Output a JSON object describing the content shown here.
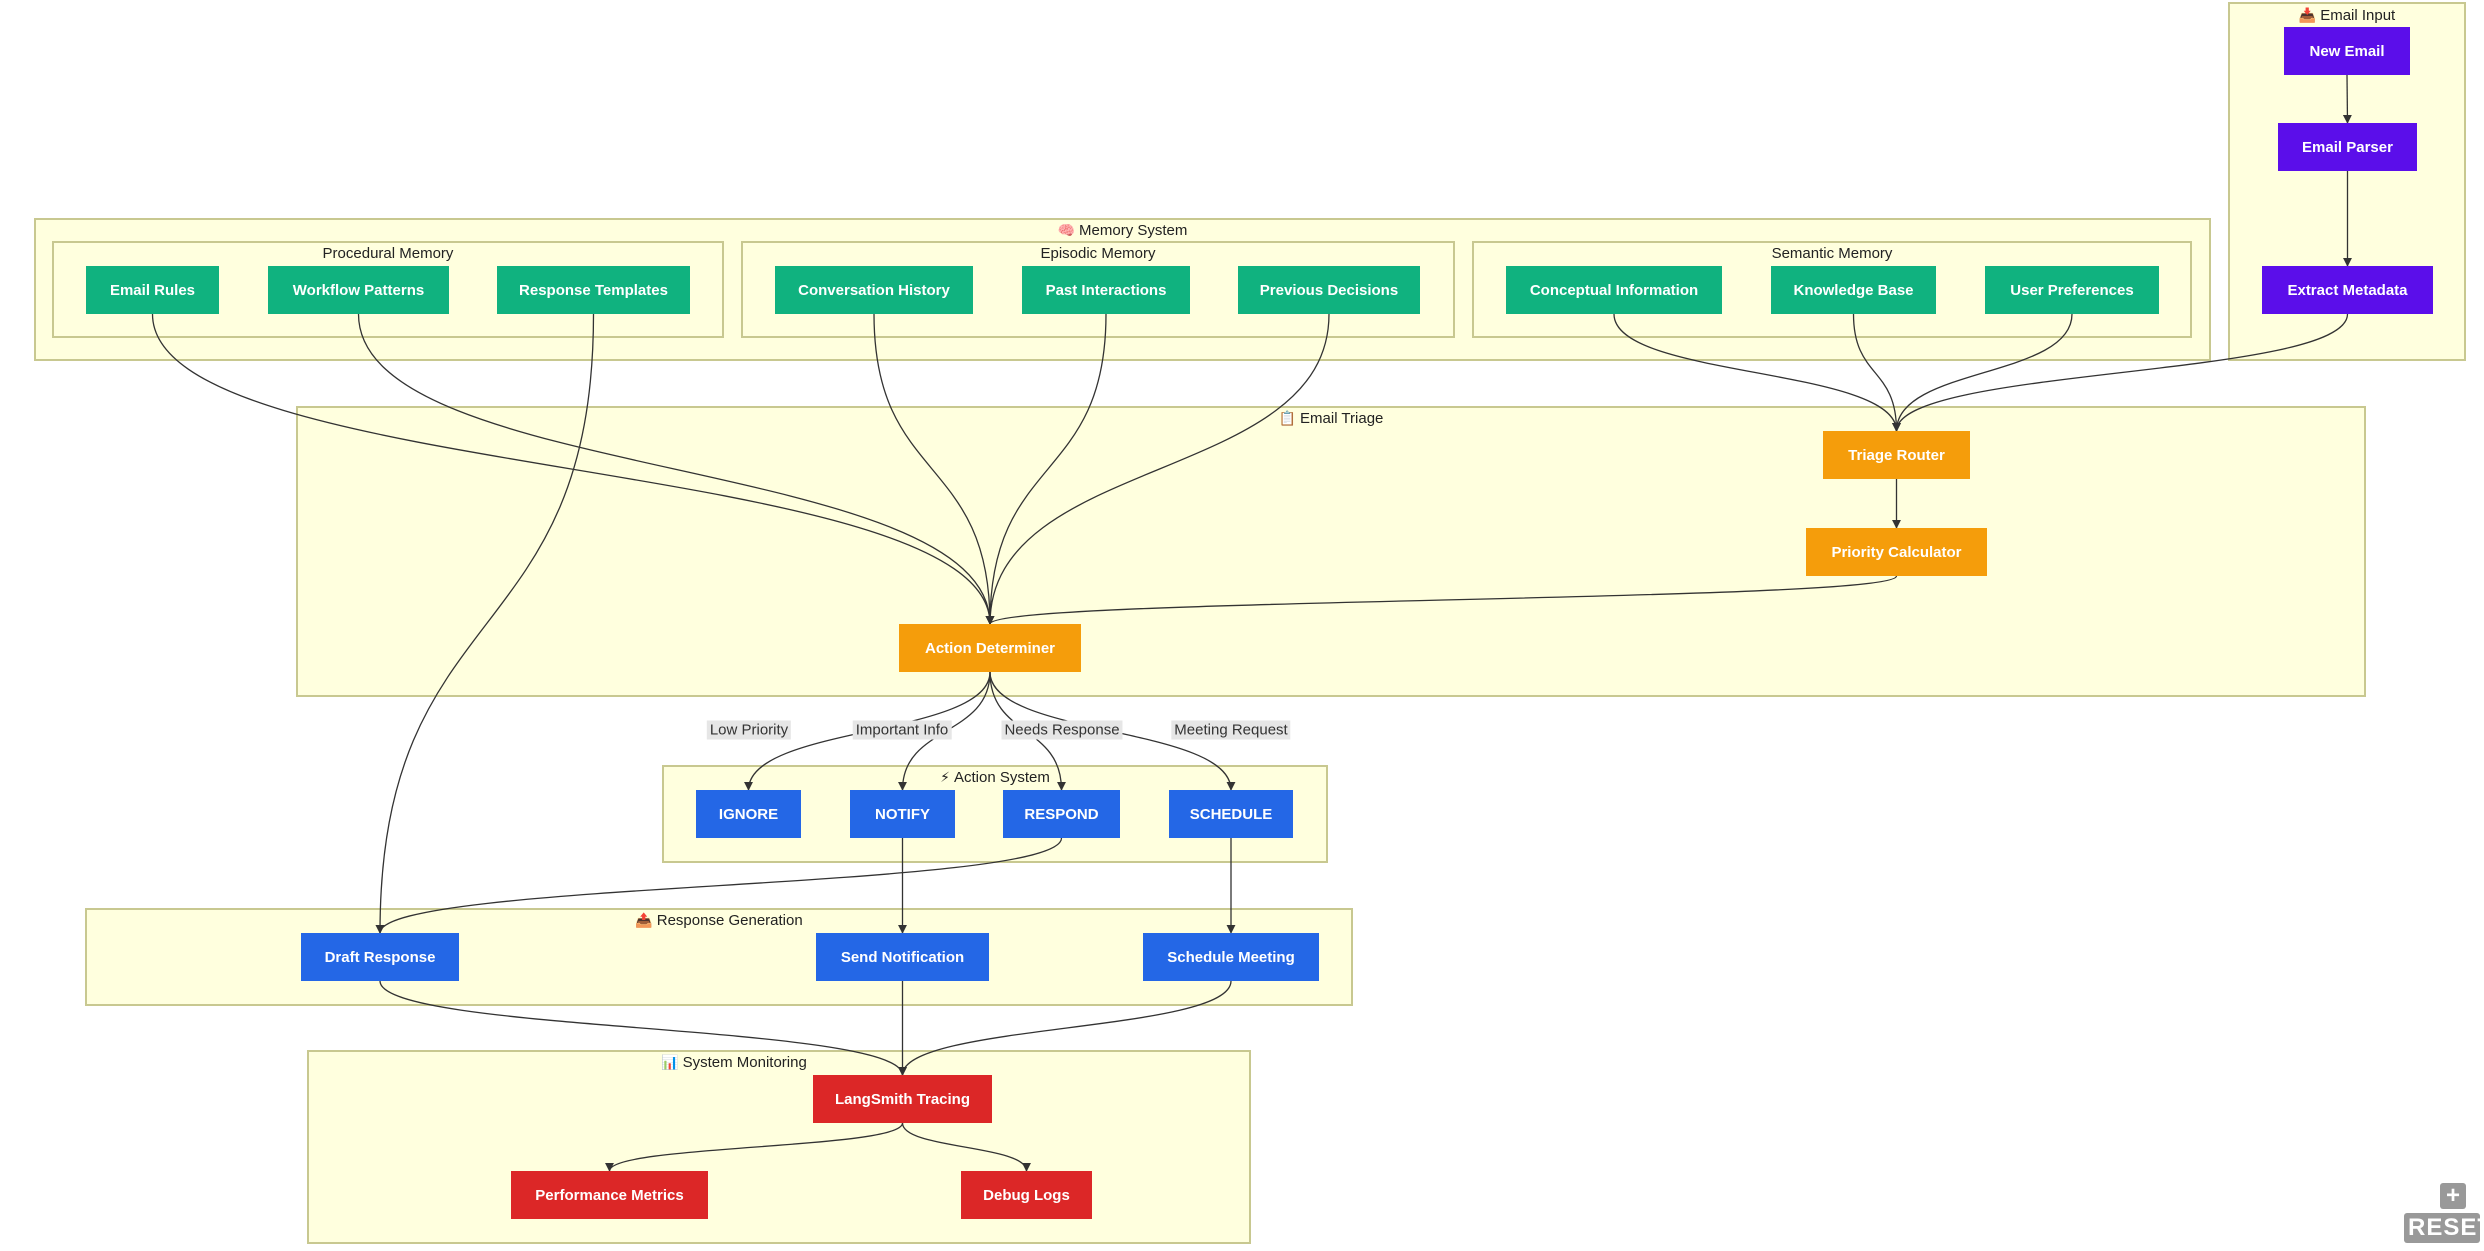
{
  "clusters": {
    "email_input": {
      "icon": "📥",
      "title": "Email Input"
    },
    "memory_system": {
      "icon": "🧠",
      "title": "Memory System"
    },
    "procedural_memory": {
      "title": "Procedural Memory"
    },
    "episodic_memory": {
      "title": "Episodic Memory"
    },
    "semantic_memory": {
      "title": "Semantic Memory"
    },
    "email_triage": {
      "icon": "📋",
      "title": "Email Triage"
    },
    "action_system": {
      "icon": "⚡",
      "title": "Action System"
    },
    "response_generation": {
      "icon": "📤",
      "title": "Response Generation"
    },
    "system_monitoring": {
      "icon": "📊",
      "title": "System Monitoring"
    }
  },
  "nodes": {
    "new_email": "New Email",
    "email_parser": "Email Parser",
    "extract_metadata": "Extract Metadata",
    "email_rules": "Email Rules",
    "workflow_patterns": "Workflow Patterns",
    "response_templates": "Response Templates",
    "conversation_history": "Conversation History",
    "past_interactions": "Past Interactions",
    "previous_decisions": "Previous Decisions",
    "conceptual_information": "Conceptual Information",
    "knowledge_base": "Knowledge Base",
    "user_preferences": "User Preferences",
    "triage_router": "Triage Router",
    "priority_calculator": "Priority Calculator",
    "action_determiner": "Action Determiner",
    "ignore": "IGNORE",
    "notify": "NOTIFY",
    "respond": "RESPOND",
    "schedule": "SCHEDULE",
    "draft_response": "Draft Response",
    "send_notification": "Send Notification",
    "schedule_meeting": "Schedule Meeting",
    "langsmith_tracing": "LangSmith Tracing",
    "performance_metrics": "Performance Metrics",
    "debug_logs": "Debug Logs"
  },
  "edge_labels": {
    "low_priority": "Low Priority",
    "important_info": "Important Info",
    "needs_response": "Needs Response",
    "meeting_request": "Meeting Request"
  },
  "edges": [
    [
      "new_email",
      "email_parser"
    ],
    [
      "email_parser",
      "extract_metadata"
    ],
    [
      "extract_metadata",
      "triage_router"
    ],
    [
      "conceptual_information",
      "triage_router"
    ],
    [
      "knowledge_base",
      "triage_router"
    ],
    [
      "user_preferences",
      "triage_router"
    ],
    [
      "triage_router",
      "priority_calculator"
    ],
    [
      "priority_calculator",
      "action_determiner"
    ],
    [
      "email_rules",
      "action_determiner"
    ],
    [
      "workflow_patterns",
      "action_determiner"
    ],
    [
      "conversation_history",
      "action_determiner"
    ],
    [
      "past_interactions",
      "action_determiner"
    ],
    [
      "previous_decisions",
      "action_determiner"
    ],
    [
      "action_determiner",
      "ignore",
      "low_priority"
    ],
    [
      "action_determiner",
      "notify",
      "important_info"
    ],
    [
      "action_determiner",
      "respond",
      "needs_response"
    ],
    [
      "action_determiner",
      "schedule",
      "meeting_request"
    ],
    [
      "respond",
      "draft_response"
    ],
    [
      "response_templates",
      "draft_response"
    ],
    [
      "notify",
      "send_notification"
    ],
    [
      "schedule",
      "schedule_meeting"
    ],
    [
      "draft_response",
      "langsmith_tracing"
    ],
    [
      "send_notification",
      "langsmith_tracing"
    ],
    [
      "schedule_meeting",
      "langsmith_tracing"
    ],
    [
      "langsmith_tracing",
      "performance_metrics"
    ],
    [
      "langsmith_tracing",
      "debug_logs"
    ]
  ],
  "controls": {
    "zoom_in": "+",
    "reset": "RESET"
  },
  "colors": {
    "memory": "#10b27f",
    "input": "#5b0eea",
    "triage": "#f59d0b",
    "action": "#2467e6",
    "monitoring": "#dc2727",
    "cluster_fill": "#ffffde",
    "cluster_border": "#c8c890",
    "edge": "#333333"
  }
}
